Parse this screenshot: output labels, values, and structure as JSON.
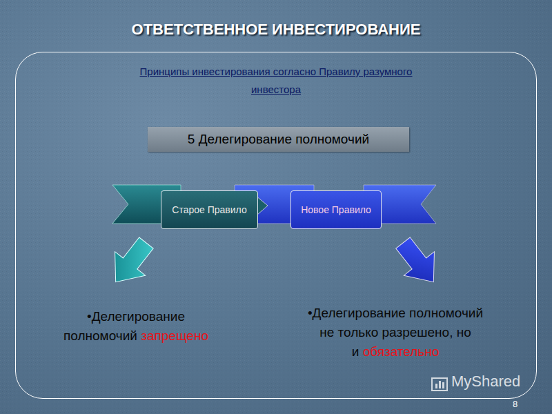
{
  "diagram": {
    "title": "ОТВЕТСТВЕННОЕ ИНВЕСТИРОВАНИЕ",
    "nodes": [
      {
        "text": [
          "Принципы инвестирования согласно Правилу разумного инвестора"
        ]
      },
      {
        "text": [
          "5 Делегирование полномочий"
        ],
        "in": 0
      },
      {
        "text": [
          "Старое Правило"
        ],
        "in": 0
      },
      {
        "text": [
          "Новое Правило"
        ],
        "in": 0
      }
    ],
    "labels": [
      "•Делегирование полномочий",
      "запрещено",
      "•Делегирование полномочий не только разрешено, но и",
      "обязательно",
      "MyShared",
      "8"
    ]
  }
}
